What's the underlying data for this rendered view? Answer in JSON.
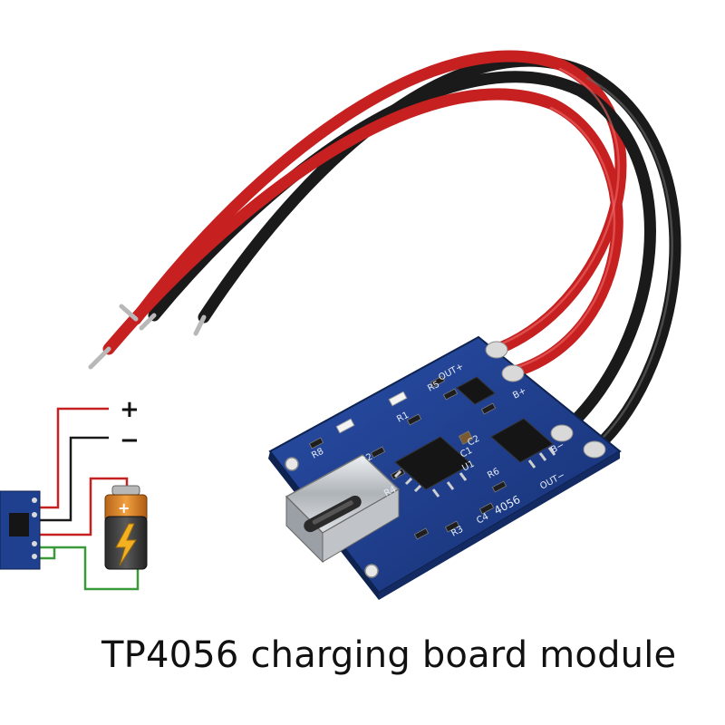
{
  "caption": "TP4056 charging board module",
  "colors": {
    "pcb_blue": "#1f3f8f",
    "wire_red": "#c62020",
    "wire_black": "#1a1a1a",
    "wire_green": "#3a9a3a",
    "chip_black": "#151515",
    "usb_silver": "#c9ccd0",
    "battery_orange": "#e08a1e"
  },
  "diagram": {
    "plus_label": "+",
    "minus_label": "−"
  },
  "board_labels": {
    "out_plus": "OUT+",
    "b_plus": "B+",
    "b_minus": "B−",
    "out_minus": "OUT−",
    "chip_code": "4056",
    "r1": "R1",
    "r2": "R2",
    "r3": "R3",
    "r4": "R4",
    "r5": "R5",
    "r6": "R6",
    "r8": "R8",
    "c1": "C1",
    "c2": "C2",
    "c4": "C4",
    "u1": "U1"
  },
  "icons": [
    "battery-icon",
    "lightning-icon",
    "usb-c-port-icon"
  ]
}
